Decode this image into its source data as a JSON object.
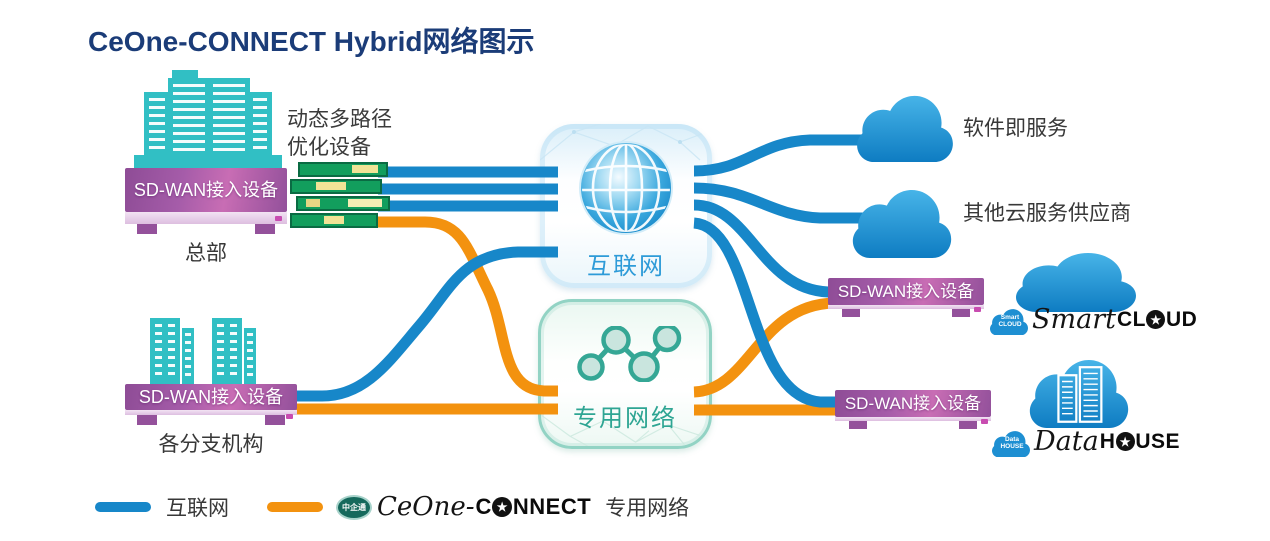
{
  "title": "CeOne-CONNECT Hybrid网络图示",
  "hq": {
    "site_label": "总部",
    "device_label": "SD-WAN接入设备",
    "annotation": [
      "动态多路径",
      "优化设备"
    ]
  },
  "branch": {
    "site_label": "各分支机构",
    "device_label": "SD-WAN接入设备"
  },
  "internet_box": {
    "label": "互联网"
  },
  "private_box": {
    "label": "专用网络"
  },
  "clouds": {
    "saas_label": "软件即服务",
    "other_label": "其他云服务供应商"
  },
  "right_devices": [
    {
      "label": "SD-WAN接入设备"
    },
    {
      "label": "SD-WAN接入设备"
    }
  ],
  "logos": {
    "smartcloud": {
      "badge": "Smart CLOUD",
      "italic": "Smart",
      "bold_pre": "CL",
      "star": "★",
      "bold_suf": "UD"
    },
    "datahouse": {
      "badge": "Data HOUSE",
      "italic": "Data",
      "bold_pre": "H",
      "star": "★",
      "bold_suf": "USE"
    },
    "ceone": {
      "badge": "中企通",
      "italic": "CeOne-",
      "bold_pre": "C",
      "star": "★",
      "bold_suf": "NNECT"
    }
  },
  "legend": {
    "internet_label": "互联网",
    "private_label": "专用网络"
  },
  "colors": {
    "internet_line": "#1787C9",
    "private_line": "#F3920F",
    "building_teal": "#31BFC4",
    "device_purple": "#9C55A3",
    "title_navy": "#1B3C78",
    "cloud_blue": "#1E90D0",
    "private_accent": "#2EA593",
    "internet_accent": "#2E9BD8"
  }
}
